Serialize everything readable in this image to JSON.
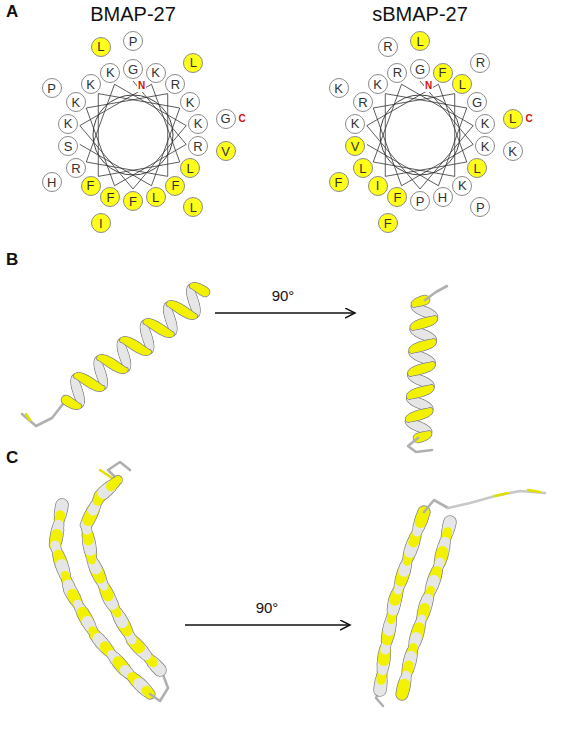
{
  "diagram": {
    "nodes": [
      {
        "text": [
          "G"
        ]
      },
      {
        "text": [
          "R"
        ]
      },
      {
        "text": [
          "F"
        ]
      },
      {
        "text": [
          "K"
        ]
      },
      {
        "text": [
          "R"
        ]
      },
      {
        "text": [
          "F"
        ]
      },
      {
        "text": [
          "R"
        ]
      },
      {
        "text": [
          "K"
        ]
      },
      {
        "text": [
          "K"
        ]
      },
      {
        "text": [
          "F"
        ]
      },
      {
        "text": [
          "K"
        ]
      },
      {
        "text": [
          "K"
        ]
      },
      {
        "text": [
          "L"
        ]
      },
      {
        "text": [
          "F"
        ]
      },
      {
        "text": [
          "K"
        ]
      },
      {
        "text": [
          "K"
        ]
      },
      {
        "text": [
          "L"
        ]
      },
      {
        "text": [
          "S"
        ]
      },
      {
        "text": [
          "P"
        ]
      },
      {
        "text": [
          "V"
        ]
      },
      {
        "text": [
          "I"
        ]
      },
      {
        "text": [
          "P"
        ]
      },
      {
        "text": [
          "L"
        ]
      },
      {
        "text": [
          "L"
        ]
      },
      {
        "text": [
          "H"
        ]
      },
      {
        "text": [
          "L"
        ]
      },
      {
        "text": [
          "G"
        ]
      },
      {
        "text": [
          "G"
        ]
      },
      {
        "text": [
          "K"
        ]
      },
      {
        "text": [
          "F"
        ]
      },
      {
        "text": [
          "R"
        ]
      },
      {
        "text": [
          "L"
        ]
      },
      {
        "text": [
          "K"
        ]
      },
      {
        "text": [
          "L"
        ]
      },
      {
        "text": [
          "R"
        ]
      },
      {
        "text": [
          "K"
        ]
      },
      {
        "text": [
          "P"
        ]
      },
      {
        "text": [
          "K"
        ]
      },
      {
        "text": [
          "F"
        ]
      },
      {
        "text": [
          "L"
        ]
      },
      {
        "text": [
          "I"
        ]
      },
      {
        "text": [
          "K"
        ]
      },
      {
        "text": [
          "G"
        ]
      },
      {
        "text": [
          "H"
        ]
      },
      {
        "text": [
          "V"
        ]
      },
      {
        "text": [
          "L"
        ]
      },
      {
        "text": [
          "K"
        ]
      },
      {
        "text": [
          "F"
        ]
      },
      {
        "text": [
          "K"
        ]
      },
      {
        "text": [
          "R"
        ]
      },
      {
        "text": [
          "P"
        ]
      },
      {
        "text": [
          "F"
        ]
      },
      {
        "text": [
          "R"
        ]
      },
      {
        "text": [
          "L"
        ]
      }
    ],
    "labels": [
      "A",
      "BMAP-27",
      "sBMAP-27",
      "N",
      "C",
      "N",
      "C",
      "B",
      "90°",
      "C",
      "90°"
    ]
  }
}
